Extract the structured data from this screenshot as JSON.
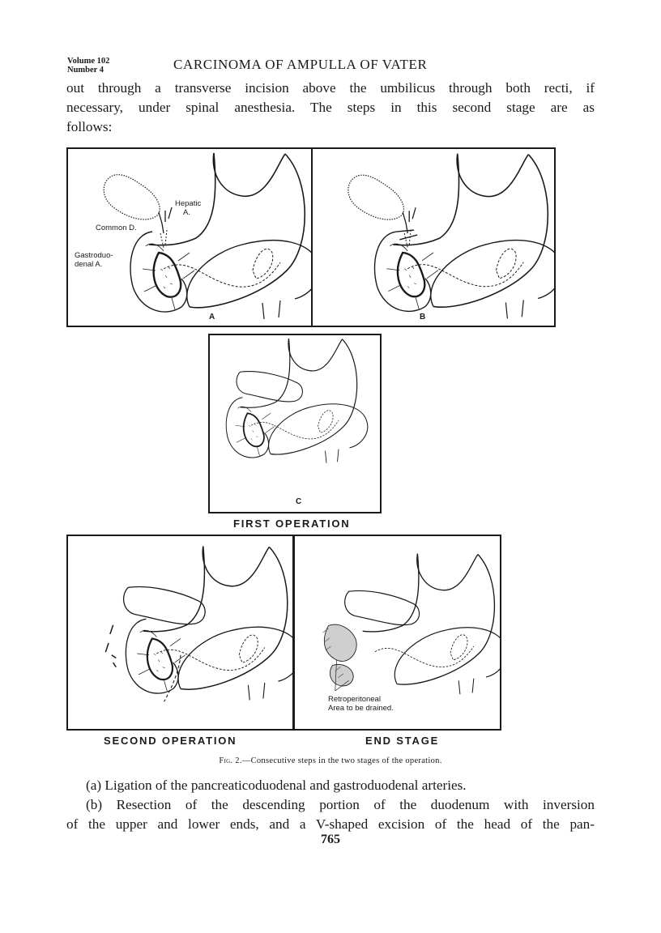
{
  "header": {
    "volume": "Volume 102",
    "number": "Number 4",
    "title": "CARCINOMA OF AMPULLA OF VATER"
  },
  "intro_lines": [
    "out through a transverse incision above the umbilicus through both recti, if",
    "necessary, under spinal anesthesia.  The steps in this second stage are as",
    "follows:"
  ],
  "figure": {
    "panel_letters": {
      "a": "A",
      "b": "B",
      "c": "C"
    },
    "labels": {
      "hepatic_1": "Hepatic",
      "hepatic_2": "A.",
      "common_duct": "Common D.",
      "gastroduodenal_1": "Gastroduo-",
      "gastroduodenal_2": "denal A.",
      "retroperitoneal_1": "Retroperitoneal",
      "retroperitoneal_2": "Area to be drained."
    },
    "stages": {
      "first": "FIRST OPERATION",
      "second": "SECOND OPERATION",
      "end": "END STAGE"
    },
    "caption_prefix": "Fig. 2.",
    "caption_text": "—Consecutive steps in the two stages of the operation."
  },
  "steps": [
    {
      "marker": "(a)",
      "text": " Ligation of the pancreaticoduodenal and gastroduodenal arteries."
    },
    {
      "marker": "(b)",
      "text": " Resection of the descending portion of the duodenum with inversion"
    }
  ],
  "continuation": "of the upper and lower ends, and a V-shaped excision of the head of the pan-",
  "page_number": "765"
}
